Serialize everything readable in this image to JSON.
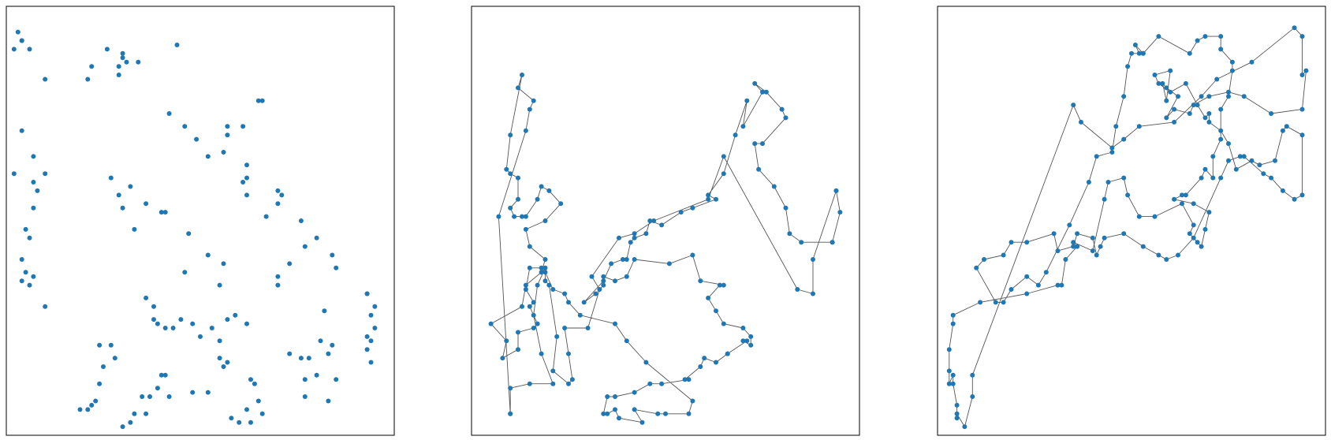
{
  "figure": {
    "background": "#ffffff",
    "point_color": "#1f77b4",
    "line_color": "#555555",
    "frame_color": "#000000"
  },
  "chart_data": [
    {
      "type": "scatter",
      "title": "",
      "xlabel": "",
      "ylabel": "",
      "axes_ticks": "none",
      "grid": false,
      "x": [
        0.03,
        0.04,
        0.04,
        0.06,
        0.02,
        0.1,
        0.04,
        0.07,
        0.1,
        0.02,
        0.07,
        0.08,
        0.07,
        0.05,
        0.06,
        0.04,
        0.05,
        0.07,
        0.04,
        0.06,
        0.1,
        0.21,
        0.22,
        0.29,
        0.3,
        0.26,
        0.29,
        0.31,
        0.3,
        0.34,
        0.44,
        0.42,
        0.46,
        0.49,
        0.57,
        0.52,
        0.56,
        0.61,
        0.65,
        0.66,
        0.57,
        0.62,
        0.62,
        0.61,
        0.62,
        0.67,
        0.7,
        0.7,
        0.71,
        0.76,
        0.8,
        0.77,
        0.73,
        0.7,
        0.7,
        0.84,
        0.85,
        0.93,
        0.93,
        0.94,
        0.95,
        0.95,
        0.93,
        0.94,
        0.93,
        0.94,
        0.82,
        0.81,
        0.84,
        0.83,
        0.85,
        0.83,
        0.77,
        0.77,
        0.8,
        0.78,
        0.76,
        0.73,
        0.62,
        0.59,
        0.57,
        0.53,
        0.55,
        0.57,
        0.56,
        0.63,
        0.64,
        0.65,
        0.62,
        0.58,
        0.63,
        0.66,
        0.6,
        0.52,
        0.48,
        0.42,
        0.39,
        0.37,
        0.35,
        0.4,
        0.41,
        0.28,
        0.27,
        0.24,
        0.25,
        0.24,
        0.23,
        0.21,
        0.19,
        0.22,
        0.3,
        0.32,
        0.33,
        0.36,
        0.38,
        0.36,
        0.38,
        0.39,
        0.41,
        0.43,
        0.45,
        0.48,
        0.5,
        0.55,
        0.55,
        0.56,
        0.52,
        0.46,
        0.47,
        0.41,
        0.4,
        0.36,
        0.32,
        0.27,
        0.29,
        0.3,
        0.33
      ],
      "y": [
        0.94,
        0.92,
        0.92,
        0.9,
        0.9,
        0.83,
        0.71,
        0.65,
        0.61,
        0.61,
        0.59,
        0.57,
        0.53,
        0.48,
        0.46,
        0.41,
        0.38,
        0.37,
        0.36,
        0.35,
        0.3,
        0.83,
        0.86,
        0.86,
        0.89,
        0.9,
        0.84,
        0.87,
        0.88,
        0.87,
        0.91,
        0.75,
        0.72,
        0.69,
        0.72,
        0.65,
        0.66,
        0.72,
        0.78,
        0.78,
        0.7,
        0.63,
        0.6,
        0.59,
        0.56,
        0.51,
        0.54,
        0.57,
        0.56,
        0.5,
        0.46,
        0.44,
        0.4,
        0.37,
        0.35,
        0.42,
        0.39,
        0.33,
        0.33,
        0.28,
        0.3,
        0.25,
        0.23,
        0.22,
        0.2,
        0.17,
        0.29,
        0.22,
        0.21,
        0.19,
        0.13,
        0.08,
        0.09,
        0.13,
        0.14,
        0.18,
        0.18,
        0.19,
        0.26,
        0.28,
        0.27,
        0.25,
        0.18,
        0.17,
        0.16,
        0.13,
        0.12,
        0.08,
        0.06,
        0.04,
        0.03,
        0.05,
        0.03,
        0.1,
        0.1,
        0.09,
        0.11,
        0.09,
        0.09,
        0.14,
        0.14,
        0.18,
        0.21,
        0.21,
        0.16,
        0.12,
        0.08,
        0.06,
        0.06,
        0.07,
        0.02,
        0.03,
        0.05,
        0.05,
        0.3,
        0.32,
        0.27,
        0.26,
        0.25,
        0.25,
        0.27,
        0.26,
        0.23,
        0.22,
        0.35,
        0.4,
        0.42,
        0.38,
        0.47,
        0.52,
        0.52,
        0.54,
        0.58,
        0.6,
        0.56,
        0.53,
        0.48
      ]
    },
    {
      "type": "line",
      "title": "",
      "xlabel": "",
      "ylabel": "",
      "axes_ticks": "none",
      "grid": false,
      "closed": true,
      "x": [
        0.1,
        0.1,
        0.15,
        0.21,
        0.18,
        0.16,
        0.17,
        0.19,
        0.19,
        0.2,
        0.22,
        0.21,
        0.25,
        0.26,
        0.25,
        0.24,
        0.3,
        0.33,
        0.31,
        0.38,
        0.42,
        0.47,
        0.61,
        0.65,
        0.84,
        0.88,
        0.88,
        0.94,
        0.94,
        0.95,
        0.93,
        0.93,
        0.85,
        0.82,
        0.81,
        0.78,
        0.74,
        0.73,
        0.75,
        0.81,
        0.8,
        0.76,
        0.73,
        0.75,
        0.7,
        0.71,
        0.68,
        0.65,
        0.61,
        0.63,
        0.57,
        0.54,
        0.49,
        0.46,
        0.45,
        0.42,
        0.41,
        0.4,
        0.39,
        0.36,
        0.34,
        0.29,
        0.32,
        0.34,
        0.34,
        0.37,
        0.4,
        0.42,
        0.51,
        0.57,
        0.59,
        0.65,
        0.64,
        0.61,
        0.63,
        0.65,
        0.7,
        0.72,
        0.72,
        0.7,
        0.71,
        0.66,
        0.66,
        0.63,
        0.6,
        0.59,
        0.55,
        0.56,
        0.49,
        0.46,
        0.42,
        0.37,
        0.35,
        0.34,
        0.35,
        0.37,
        0.38,
        0.44,
        0.42,
        0.48,
        0.5,
        0.56,
        0.57,
        0.45,
        0.4,
        0.37,
        0.28,
        0.25,
        0.24,
        0.21,
        0.19,
        0.18,
        0.15,
        0.14,
        0.16,
        0.15,
        0.17,
        0.16,
        0.12,
        0.12,
        0.08,
        0.09,
        0.05,
        0.13,
        0.14,
        0.18,
        0.19,
        0.15,
        0.14,
        0.19,
        0.23,
        0.2,
        0.18,
        0.17,
        0.14,
        0.13,
        0.11,
        0.1,
        0.12,
        0.12,
        0.1,
        0.09,
        0.1,
        0.13,
        0.12,
        0.16,
        0.15,
        0.14,
        0.07,
        0.1
      ],
      "y": [
        0.05,
        0.11,
        0.12,
        0.12,
        0.19,
        0.28,
        0.35,
        0.39,
        0.36,
        0.35,
        0.23,
        0.15,
        0.12,
        0.13,
        0.19,
        0.25,
        0.25,
        0.34,
        0.37,
        0.46,
        0.47,
        0.5,
        0.55,
        0.65,
        0.34,
        0.33,
        0.41,
        0.57,
        0.57,
        0.52,
        0.45,
        0.45,
        0.45,
        0.47,
        0.53,
        0.58,
        0.62,
        0.68,
        0.68,
        0.74,
        0.76,
        0.8,
        0.82,
        0.8,
        0.72,
        0.78,
        0.7,
        0.61,
        0.56,
        0.55,
        0.53,
        0.52,
        0.49,
        0.5,
        0.47,
        0.46,
        0.45,
        0.41,
        0.41,
        0.4,
        0.36,
        0.31,
        0.33,
        0.35,
        0.37,
        0.36,
        0.37,
        0.41,
        0.4,
        0.42,
        0.36,
        0.35,
        0.35,
        0.32,
        0.29,
        0.26,
        0.25,
        0.23,
        0.21,
        0.22,
        0.22,
        0.19,
        0.19,
        0.17,
        0.18,
        0.16,
        0.13,
        0.13,
        0.12,
        0.12,
        0.1,
        0.09,
        0.09,
        0.05,
        0.05,
        0.06,
        0.04,
        0.03,
        0.06,
        0.05,
        0.05,
        0.05,
        0.08,
        0.17,
        0.22,
        0.26,
        0.28,
        0.31,
        0.33,
        0.34,
        0.38,
        0.39,
        0.39,
        0.34,
        0.31,
        0.3,
        0.26,
        0.25,
        0.24,
        0.2,
        0.18,
        0.22,
        0.26,
        0.3,
        0.35,
        0.38,
        0.41,
        0.44,
        0.48,
        0.5,
        0.54,
        0.57,
        0.58,
        0.55,
        0.51,
        0.51,
        0.51,
        0.53,
        0.55,
        0.6,
        0.61,
        0.62,
        0.7,
        0.84,
        0.81,
        0.78,
        0.76,
        0.71,
        0.51,
        0.05
      ]
    },
    {
      "type": "line",
      "title": "",
      "xlabel": "",
      "ylabel": "",
      "axes_ticks": "none",
      "grid": false,
      "closed": true,
      "x": [
        0.09,
        0.09,
        0.07,
        0.05,
        0.05,
        0.05,
        0.04,
        0.04,
        0.03,
        0.03,
        0.03,
        0.04,
        0.04,
        0.11,
        0.23,
        0.31,
        0.32,
        0.33,
        0.36,
        0.35,
        0.4,
        0.43,
        0.44,
        0.48,
        0.49,
        0.52,
        0.56,
        0.63,
        0.66,
        0.65,
        0.67,
        0.68,
        0.69,
        0.7,
        0.66,
        0.61,
        0.63,
        0.64,
        0.68,
        0.69,
        0.71,
        0.71,
        0.73,
        0.73,
        0.75,
        0.76,
        0.76,
        0.73,
        0.73,
        0.69,
        0.67,
        0.65,
        0.57,
        0.53,
        0.52,
        0.51,
        0.53,
        0.5,
        0.49,
        0.48,
        0.46,
        0.45,
        0.41,
        0.39,
        0.34,
        0.28,
        0.26,
        0.23,
        0.19,
        0.17,
        0.15,
        0.1,
        0.12,
        0.17,
        0.19,
        0.23,
        0.3,
        0.31,
        0.35,
        0.36,
        0.4,
        0.41,
        0.42,
        0.43,
        0.48,
        0.53,
        0.57,
        0.59,
        0.62,
        0.66,
        0.73,
        0.75,
        0.78,
        0.79,
        0.84,
        0.86,
        0.89,
        0.92,
        0.94,
        0.94,
        0.9,
        0.89,
        0.87,
        0.83,
        0.81,
        0.77,
        0.75,
        0.73,
        0.7,
        0.7,
        0.69,
        0.67,
        0.64,
        0.6,
        0.57,
        0.56,
        0.6,
        0.59,
        0.58,
        0.59,
        0.62,
        0.59,
        0.61,
        0.65,
        0.66,
        0.7,
        0.75,
        0.79,
        0.86,
        0.94,
        0.95,
        0.94,
        0.94,
        0.92,
        0.81,
        0.72,
        0.68,
        0.61,
        0.52,
        0.48,
        0.45,
        0.37,
        0.35
      ],
      "y": [
        0.14,
        0.09,
        0.02,
        0.05,
        0.04,
        0.07,
        0.12,
        0.14,
        0.12,
        0.15,
        0.2,
        0.26,
        0.28,
        0.31,
        0.33,
        0.35,
        0.35,
        0.41,
        0.44,
        0.45,
        0.43,
        0.55,
        0.59,
        0.6,
        0.56,
        0.51,
        0.51,
        0.54,
        0.49,
        0.47,
        0.45,
        0.44,
        0.48,
        0.52,
        0.54,
        0.55,
        0.56,
        0.56,
        0.6,
        0.62,
        0.6,
        0.65,
        0.69,
        0.76,
        0.79,
        0.85,
        0.87,
        0.9,
        0.93,
        0.93,
        0.92,
        0.89,
        0.93,
        0.89,
        0.89,
        0.91,
        0.89,
        0.89,
        0.86,
        0.79,
        0.72,
        0.66,
        0.65,
        0.59,
        0.49,
        0.38,
        0.35,
        0.37,
        0.34,
        0.31,
        0.31,
        0.39,
        0.41,
        0.42,
        0.45,
        0.45,
        0.47,
        0.43,
        0.44,
        0.47,
        0.46,
        0.42,
        0.44,
        0.46,
        0.47,
        0.44,
        0.42,
        0.41,
        0.42,
        0.46,
        0.6,
        0.64,
        0.65,
        0.65,
        0.61,
        0.6,
        0.57,
        0.55,
        0.56,
        0.7,
        0.72,
        0.71,
        0.64,
        0.63,
        0.64,
        0.62,
        0.68,
        0.71,
        0.73,
        0.75,
        0.74,
        0.77,
        0.82,
        0.8,
        0.82,
        0.84,
        0.85,
        0.78,
        0.82,
        0.81,
        0.79,
        0.74,
        0.76,
        0.75,
        0.77,
        0.79,
        0.8,
        0.79,
        0.75,
        0.76,
        0.85,
        0.84,
        0.93,
        0.95,
        0.87,
        0.83,
        0.79,
        0.73,
        0.72,
        0.69,
        0.67,
        0.73,
        0.77
      ]
    }
  ]
}
